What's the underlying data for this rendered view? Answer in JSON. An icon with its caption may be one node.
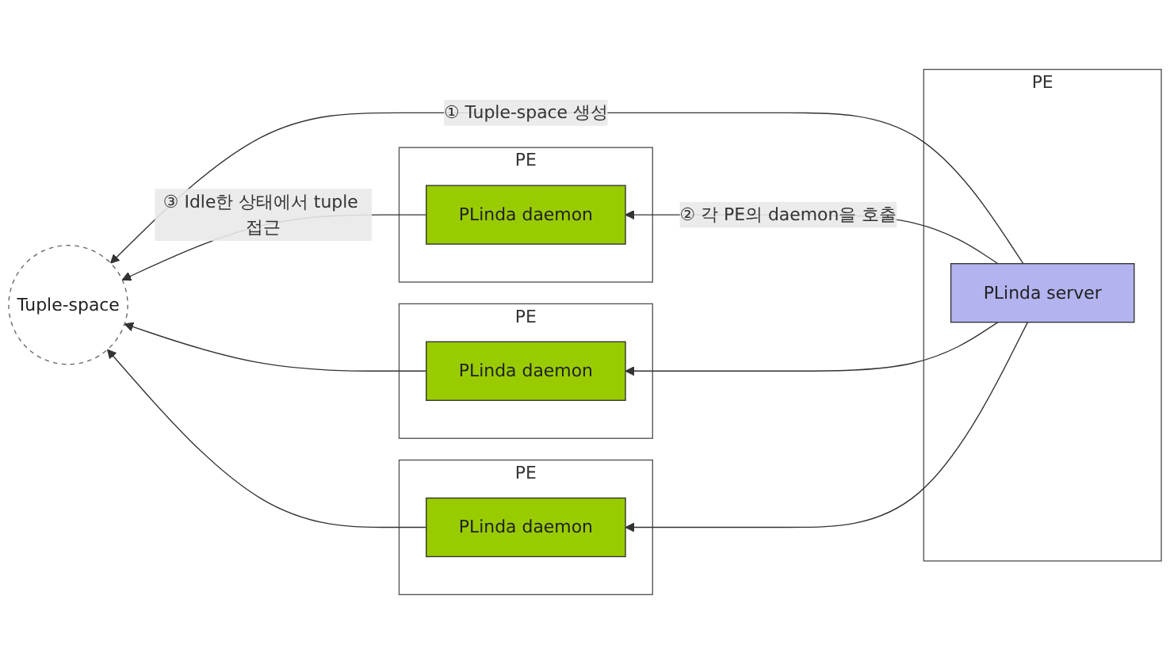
{
  "diagram": {
    "nodes": [
      {
        "text": [
          "PE"
        ]
      },
      {
        "text": [
          "PLinda daemon"
        ],
        "in": 0
      },
      {
        "text": [
          "PE"
        ]
      },
      {
        "text": [
          "PLinda daemon"
        ],
        "in": 2
      },
      {
        "text": [
          "PE"
        ]
      },
      {
        "text": [
          "PLinda daemon"
        ],
        "in": 4
      },
      {
        "text": [
          "Tuple-space"
        ]
      },
      {
        "text": [
          "PE"
        ]
      },
      {
        "text": [
          "PLinda server"
        ],
        "in": 7
      }
    ],
    "edges": [
      {
        "from": 8,
        "to": 6,
        "arrow": "to",
        "label": "① Tuple-space 생성"
      },
      {
        "from": 8,
        "to": 1,
        "arrow": "to",
        "label": "② 각 PE의 daemon을 호출"
      },
      {
        "from": 8,
        "to": 3,
        "arrow": "to"
      },
      {
        "from": 8,
        "to": 5,
        "arrow": "to"
      },
      {
        "from": 1,
        "to": 6,
        "arrow": "to",
        "label": "③ Idle한 상태에서 tuple 접근"
      },
      {
        "from": 3,
        "to": 6,
        "arrow": "to"
      },
      {
        "from": 5,
        "to": 6,
        "arrow": "to"
      }
    ]
  }
}
